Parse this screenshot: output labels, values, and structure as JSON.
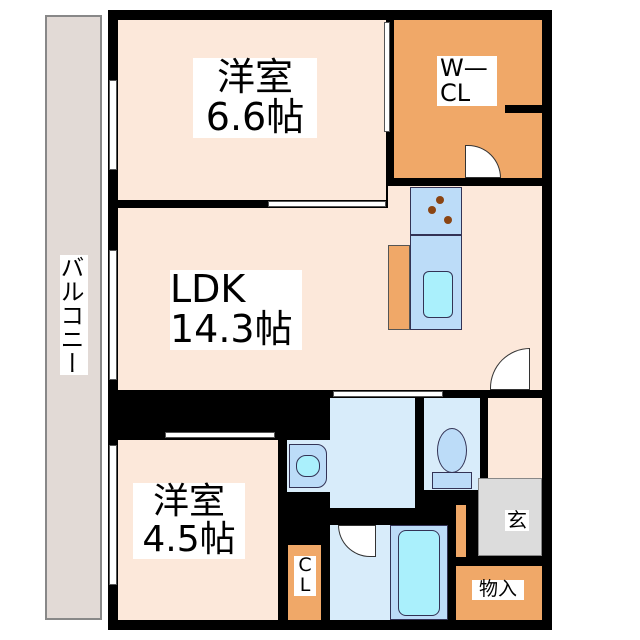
{
  "rooms": {
    "western_room_1": {
      "name": "洋室",
      "size": "6.6帖"
    },
    "walk_in_closet": {
      "line1": "W—",
      "line2": "CL"
    },
    "ldk": {
      "name": "LDK",
      "size": "14.3帖"
    },
    "western_room_2": {
      "name": "洋室",
      "size": "4.5帖"
    },
    "closet": {
      "line1": "C",
      "line2": "L"
    },
    "entrance": {
      "name": "玄"
    },
    "storage": {
      "name": "物入"
    },
    "balcony": {
      "name": "バルコニー"
    }
  },
  "colors": {
    "room": "#fce8da",
    "storage": "#f0a868",
    "wet_area": "#d8ecfa",
    "fixture": "#bcdcf8",
    "water": "#aaf0fc",
    "entrance": "#dcdcdc",
    "balcony": "#e2dad6",
    "wall": "#000000",
    "burner": "#8b4513"
  }
}
